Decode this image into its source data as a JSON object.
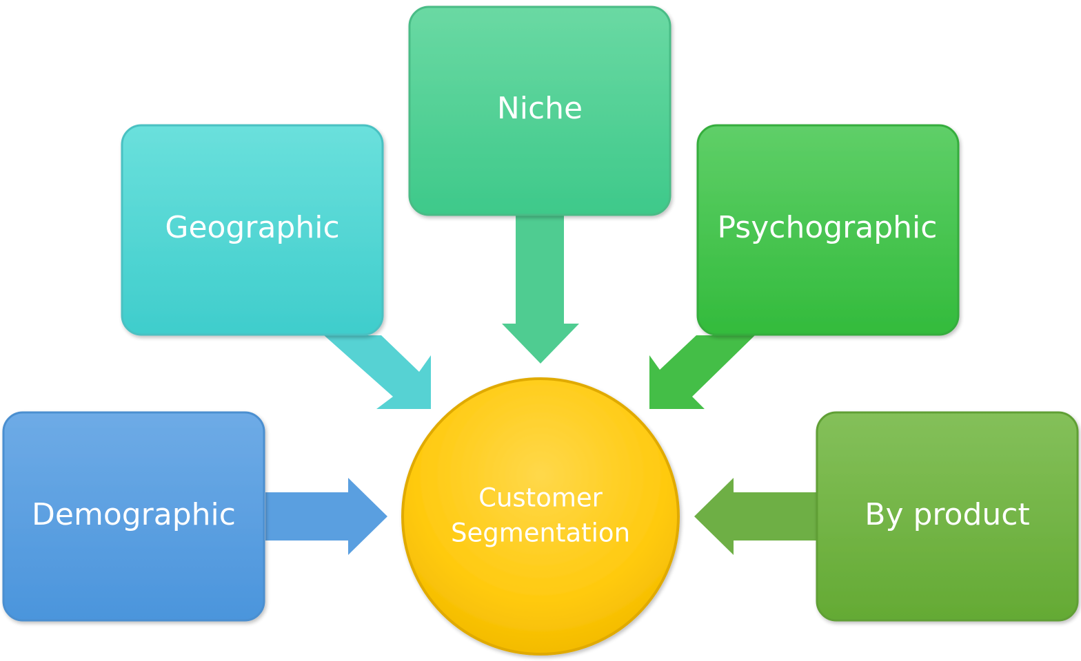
{
  "center": {
    "line1": "Customer",
    "line2": "Segmentation",
    "color": "#ffc90e"
  },
  "nodes": {
    "niche": {
      "label": "Niche",
      "color": "#4fcf95"
    },
    "geographic": {
      "label": "Geographic",
      "color": "#55d3d3"
    },
    "psychographic": {
      "label": "Psychographic",
      "color": "#3fc24a"
    },
    "demographic": {
      "label": "Demographic",
      "color": "#5aa0e0"
    },
    "by_product": {
      "label": "By product",
      "color": "#72b640"
    }
  }
}
